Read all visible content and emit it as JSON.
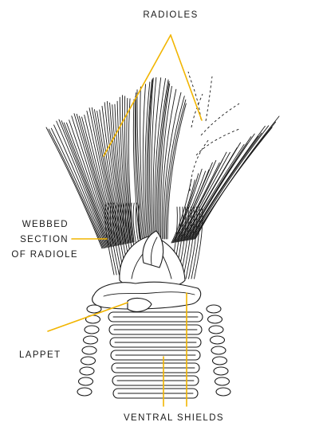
{
  "labels": {
    "radioles": "RADIOLES",
    "webbed_1": "WEBBED",
    "webbed_2": "SECTION",
    "webbed_3": "OF RADIOLE",
    "lappet": "LAPPET",
    "ventral_shields": "VENTRAL SHIELDS"
  },
  "colors": {
    "leader_lines": "#f2b500",
    "ink": "#1a1a1a",
    "background": "#ffffff"
  }
}
